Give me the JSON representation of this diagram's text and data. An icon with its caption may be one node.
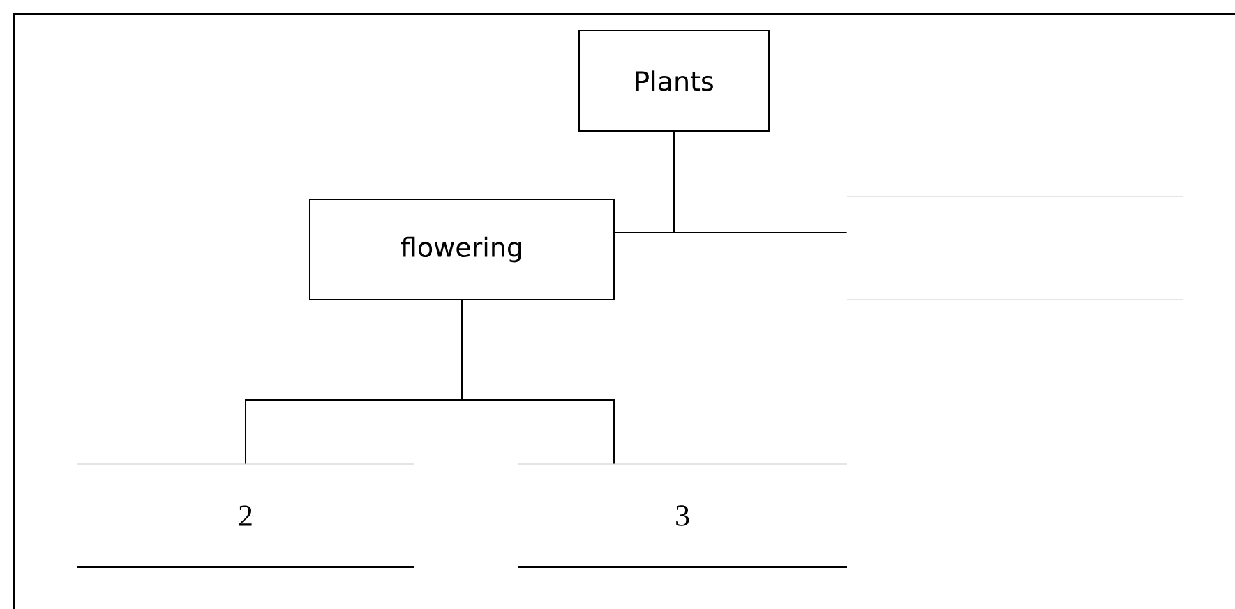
{
  "diagram": {
    "nodes": [
      {
        "text": [
          "Plants"
        ]
      },
      {
        "text": [
          "flowering"
        ]
      },
      {
        "text": [],
        "shape": "box"
      },
      {
        "text": [
          "2"
        ]
      },
      {
        "text": [
          "3"
        ]
      }
    ],
    "edges": [
      {
        "from": 0,
        "to": 1,
        "arrow": "none"
      },
      {
        "from": 0,
        "to": 2,
        "arrow": "none"
      },
      {
        "from": 1,
        "to": 3,
        "arrow": "none"
      },
      {
        "from": 1,
        "to": 4,
        "arrow": "none"
      }
    ]
  }
}
